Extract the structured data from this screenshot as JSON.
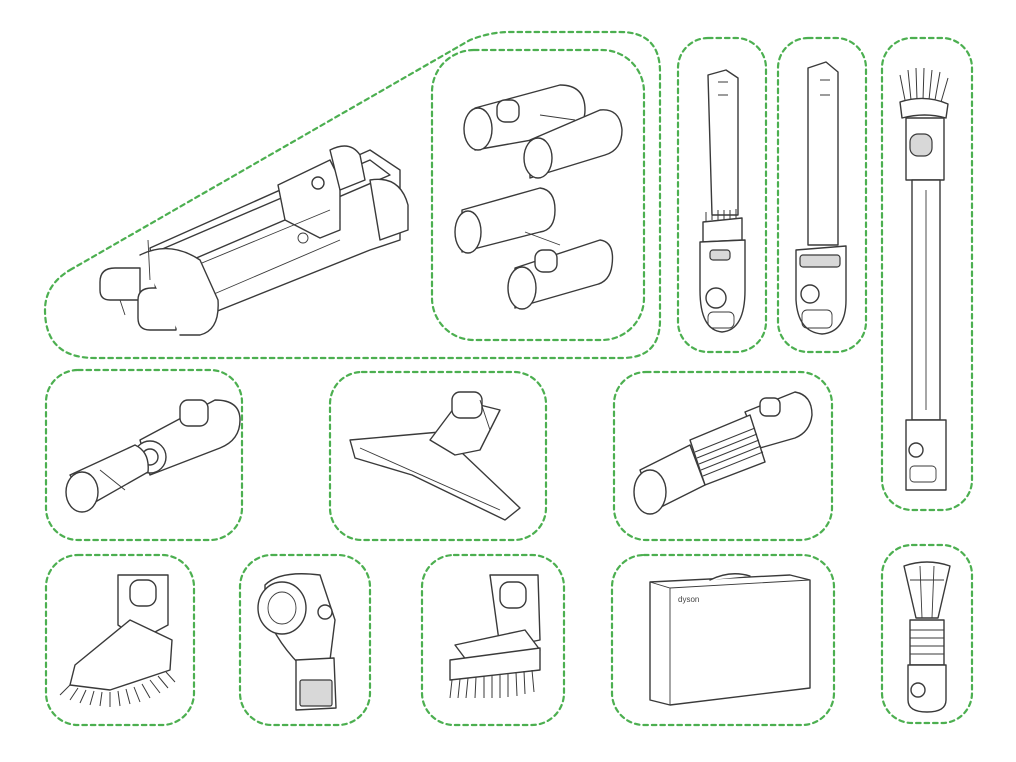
{
  "outline_color": "#4caf50",
  "line_color": "#3a3a3a",
  "box_logo": "dyson",
  "accessories": [
    {
      "id": "wall-dock",
      "icon": "wall-dock-icon"
    },
    {
      "id": "adapter-clips",
      "icon": "adapter-clips-icon"
    },
    {
      "id": "crevice-tool-brush",
      "icon": "crevice-brush-tool-icon"
    },
    {
      "id": "crevice-tool",
      "icon": "crevice-tool-icon"
    },
    {
      "id": "extension-wand-brush",
      "icon": "extension-wand-brush-icon"
    },
    {
      "id": "swivel-adapter",
      "icon": "swivel-adapter-icon"
    },
    {
      "id": "wide-nozzle",
      "icon": "wide-nozzle-icon"
    },
    {
      "id": "extension-hose",
      "icon": "extension-hose-icon"
    },
    {
      "id": "soft-dusting-brush",
      "icon": "soft-dusting-brush-icon"
    },
    {
      "id": "up-top-adapter",
      "icon": "up-top-adapter-icon"
    },
    {
      "id": "mini-stiff-brush",
      "icon": "mini-stiff-brush-icon"
    },
    {
      "id": "storage-bag",
      "icon": "storage-bag-icon"
    },
    {
      "id": "cone-tool",
      "icon": "cone-tool-icon"
    }
  ]
}
